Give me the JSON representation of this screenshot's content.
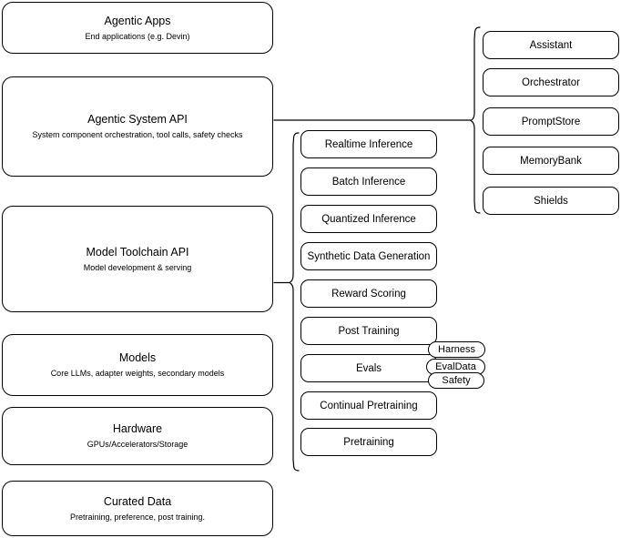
{
  "diagram": {
    "title": "Agentic AI stack layered architecture",
    "stroke_color": "#000000",
    "background_color": "#ffffff"
  },
  "layers": [
    {
      "name": "agentic-apps",
      "title": "Agentic Apps",
      "subtitle": "End applications (e.g. Devin)"
    },
    {
      "name": "agentic-system-api",
      "title": "Agentic System API",
      "subtitle": "System component orchestration, tool calls, safety checks"
    },
    {
      "name": "model-toolchain-api",
      "title": "Model Toolchain API",
      "subtitle": "Model development & serving"
    },
    {
      "name": "models",
      "title": "Models",
      "subtitle": "Core LLMs, adapter weights, secondary models"
    },
    {
      "name": "hardware",
      "title": "Hardware",
      "subtitle": "GPUs/Accelerators/Storage"
    },
    {
      "name": "curated-data",
      "title": "Curated Data",
      "subtitle": "Pretraining, preference, post training."
    }
  ],
  "toolchain_components": [
    {
      "name": "realtime-inference",
      "label": "Realtime Inference"
    },
    {
      "name": "batch-inference",
      "label": "Batch Inference"
    },
    {
      "name": "quantized-inference",
      "label": "Quantized Inference"
    },
    {
      "name": "synthetic-data-generation",
      "label": "Synthetic Data Generation"
    },
    {
      "name": "reward-scoring",
      "label": "Reward Scoring"
    },
    {
      "name": "post-training",
      "label": "Post Training"
    },
    {
      "name": "evals",
      "label": "Evals"
    },
    {
      "name": "continual-pretraining",
      "label": "Continual Pretraining"
    },
    {
      "name": "pretraining",
      "label": "Pretraining"
    }
  ],
  "system_components": [
    {
      "name": "assistant",
      "label": "Assistant"
    },
    {
      "name": "orchestrator",
      "label": "Orchestrator"
    },
    {
      "name": "promptstore",
      "label": "PromptStore"
    },
    {
      "name": "memorybank",
      "label": "MemoryBank"
    },
    {
      "name": "shields",
      "label": "Shields"
    }
  ],
  "eval_badges": [
    {
      "name": "harness",
      "label": "Harness"
    },
    {
      "name": "evaldata",
      "label": "EvalData"
    },
    {
      "name": "safety",
      "label": "Safety"
    }
  ]
}
